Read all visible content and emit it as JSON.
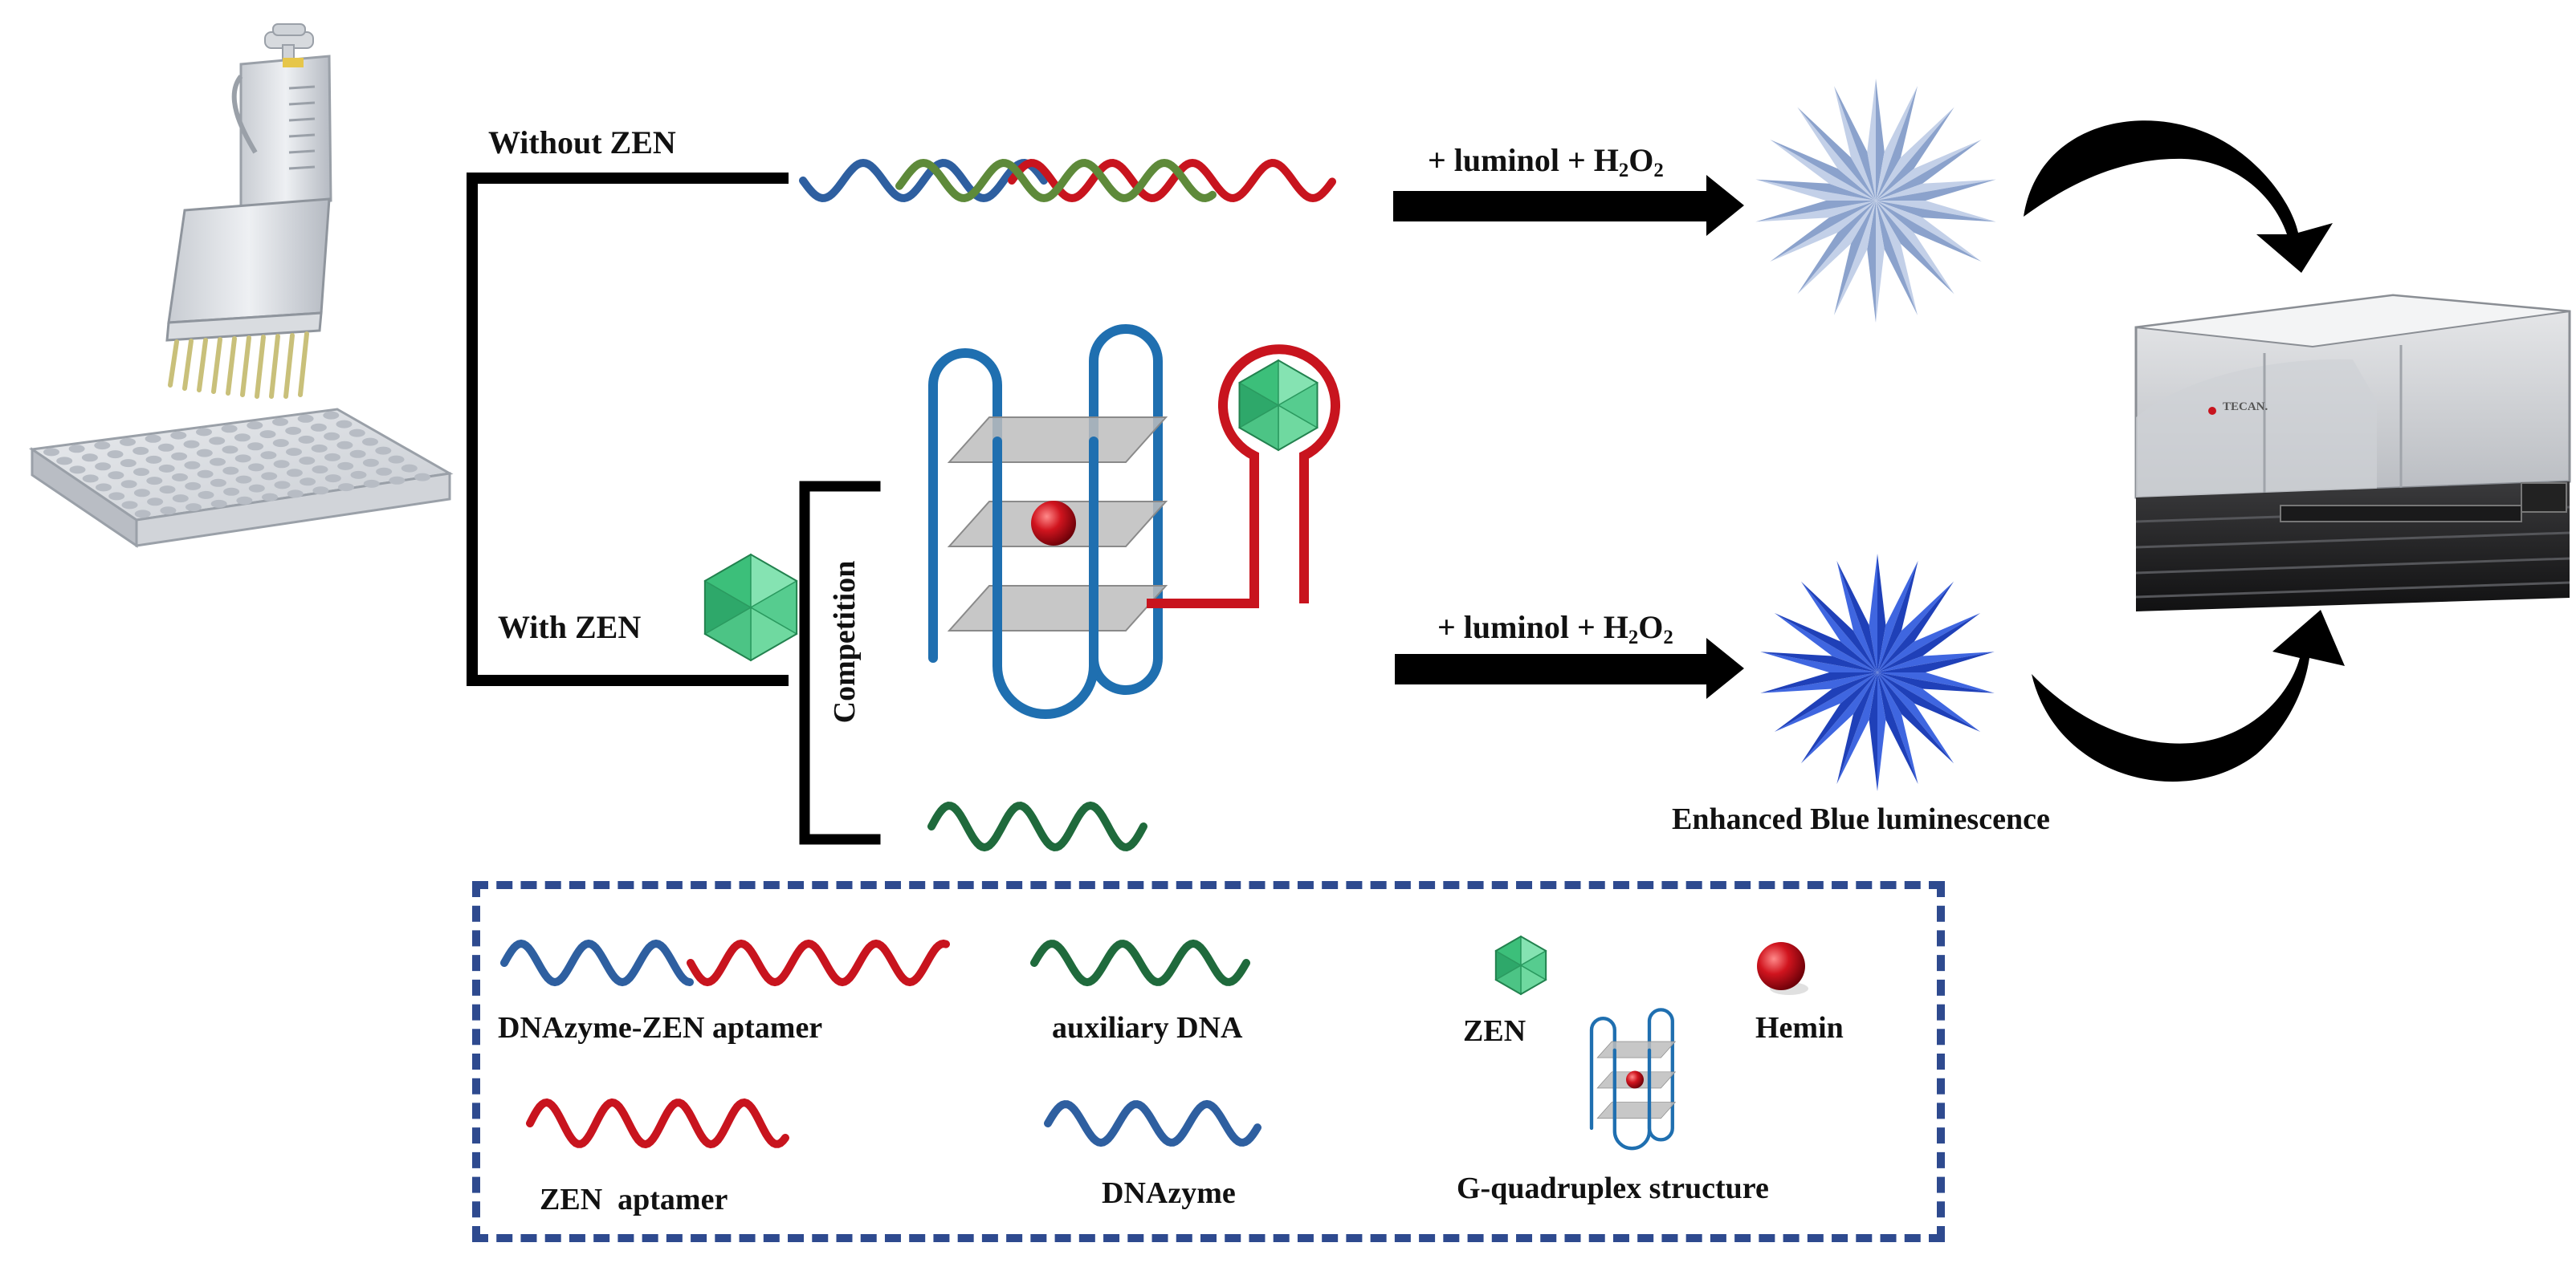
{
  "colors": {
    "blue_strand": "#2e5fa0",
    "red_strand": "#c8141e",
    "green_strand": "#5e8a3a",
    "dark_green_strand": "#1f6a3c",
    "quadruplex_blue": "#1f6fb0",
    "zen_green": "#3cbf7a",
    "hemin_red": "#d0141e",
    "legend_border": "#2e4a8f",
    "star_light": "#8ba2cc",
    "star_dark": "#1f40b8",
    "arrow": "#000000"
  },
  "branches": {
    "without_zen_label": "Without ZEN",
    "with_zen_label": "With ZEN",
    "competition_label": "Competition"
  },
  "reactions": {
    "top_reagents": {
      "luminol": "+ luminol + ",
      "h": "H",
      "sub1": "2",
      "o": "O",
      "sub2": "2"
    },
    "bottom_reagents": {
      "luminol": "+ luminol + ",
      "h": "H",
      "sub1": "2",
      "o": "O",
      "sub2": "2"
    },
    "result_label": "Enhanced Blue luminescence"
  },
  "instrument": {
    "brand": "TECAN."
  },
  "legend": {
    "aptamer_complex": "DNAzyme-ZEN aptamer",
    "auxiliary_dna": "auxiliary DNA",
    "zen": "ZEN",
    "hemin": "Hemin",
    "zen_aptamer": "ZEN  aptamer",
    "dnazyme": "DNAzyme",
    "g_quadruplex": "G-quadruplex structure"
  }
}
